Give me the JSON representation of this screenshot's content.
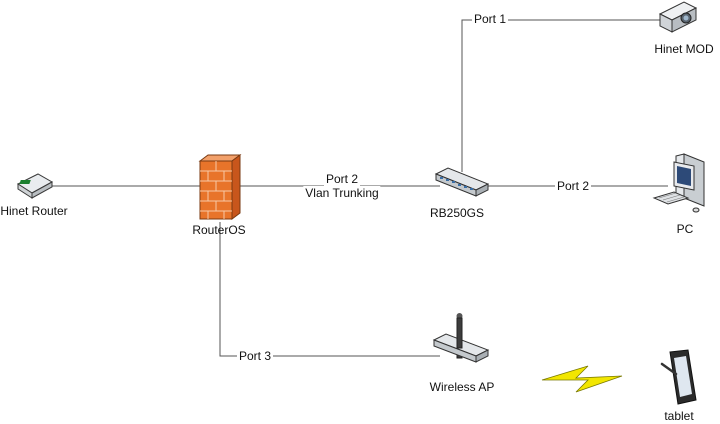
{
  "nodes": {
    "hinet_router": {
      "label": "Hinet Router",
      "icon": "router-icon"
    },
    "routeros": {
      "label": "RouterOS",
      "icon": "firewall-icon"
    },
    "rb250gs": {
      "label": "RB250GS",
      "icon": "switch-icon"
    },
    "hinet_mod": {
      "label": "Hinet MOD",
      "icon": "projector-icon"
    },
    "pc": {
      "label": "PC",
      "icon": "desktop-computer-icon"
    },
    "wireless_ap": {
      "label": "Wireless AP",
      "icon": "wireless-access-point-icon"
    },
    "tablet": {
      "label": "tablet",
      "icon": "tablet-icon"
    }
  },
  "links": {
    "port1": "Port 1",
    "port2_trunk_line1": "Port 2",
    "port2_trunk_line2": "Vlan Trunking",
    "port2_pc": "Port 2",
    "port3": "Port 3"
  },
  "colors": {
    "line": "#555555",
    "firewall_brick": "#e8742a",
    "wireless_bolt": "#f2e600"
  }
}
